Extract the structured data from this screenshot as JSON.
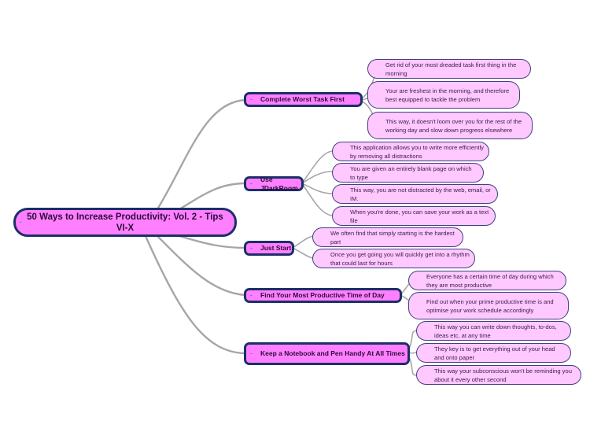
{
  "root": "50 Ways to Increase Productivity: Vol. 2 - Tips VI-X",
  "collapse_symbol": "-",
  "colors": {
    "node_fill": "#ff80ff",
    "leaf_fill": "#ffc8ff",
    "border": "#1c2f68",
    "link": "#a6a6a6"
  },
  "branches": [
    {
      "label": "Complete Worst Task First",
      "leaves": [
        "Get rid of your most dreaded task first thing in the morning",
        "Your are freshest in the morning, and therefore best equipped to tackle the problem",
        "This way, it doesn't loom over you for the rest of the working day and slow down progress elsewhere"
      ]
    },
    {
      "label": "Use JDarkRoom",
      "leaves": [
        "This application allows you to write more efficiently by removing all distractions",
        "You are given an entirely blank page on which to type",
        "This way, you are not distracted by the web, email, or IM.",
        "When you're done, you can save your work as a text file"
      ]
    },
    {
      "label": "Just Start",
      "leaves": [
        "We often find that simply starting is the hardest part",
        "Once you get going you will quickly get into a rhythm that could last for hours"
      ]
    },
    {
      "label": "Find Your Most Productive Time of Day",
      "leaves": [
        "Everyone has a certain time of day during which they are most productive",
        "Find out when your prime productive time is and optimise your work schedule accordingly"
      ]
    },
    {
      "label": "Keep a Notebook and Pen Handy At All Times",
      "leaves": [
        "This way you can write down thoughts, to-dos, ideas etc, at any time",
        "They key is to get everything out of your head and onto paper",
        "This way your subconscious won't be reminding you about it every other second"
      ]
    }
  ]
}
